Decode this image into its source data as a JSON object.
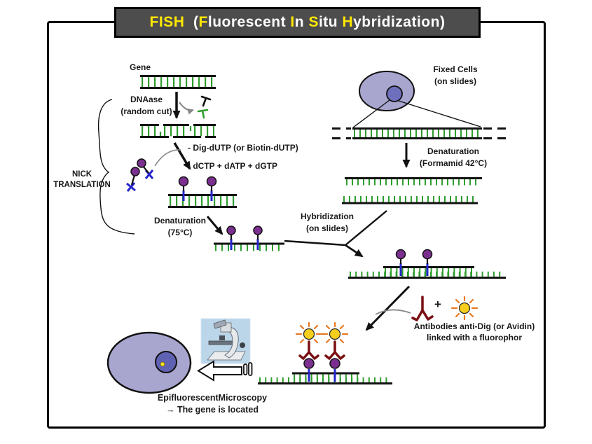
{
  "title": {
    "segments": [
      {
        "text": "FISH",
        "color": "#FFE800"
      },
      {
        "text": "  (",
        "color": "#FFFFFF"
      },
      {
        "text": "F",
        "color": "#FFE800"
      },
      {
        "text": "luorescent ",
        "color": "#FFFFFF"
      },
      {
        "text": "I",
        "color": "#FFE800"
      },
      {
        "text": "n ",
        "color": "#FFFFFF"
      },
      {
        "text": "S",
        "color": "#FFE800"
      },
      {
        "text": "itu ",
        "color": "#FFFFFF"
      },
      {
        "text": "H",
        "color": "#FFE800"
      },
      {
        "text": "ybridization)",
        "color": "#FFFFFF"
      }
    ]
  },
  "labels": {
    "gene": "Gene",
    "dnaase_line1": "DNAase",
    "dnaase_line2": "(random cut)",
    "nick_line1": "NICK",
    "nick_line2": "TRANSLATION",
    "dutp_line1": "- Dig-dUTP (or Biotin-dUTP)",
    "dutp_line2": "- dCTP + dATP + dGTP",
    "denat75_line1": "Denaturation",
    "denat75_line2": "(75°C)",
    "fixed_cells_line1": "Fixed Cells",
    "fixed_cells_line2": "(on slides)",
    "denat42_line1": "Denaturation",
    "denat42_line2": "(Formamid 42°C)",
    "hybridization_line1": "Hybridization",
    "hybridization_line2": "(on slides)",
    "plus_sign": "+",
    "antibodies_line1": "Antibodies anti-Dig (or Avidin)",
    "antibodies_line2": "linked with a fluorophor",
    "microscopy_line1": "EpifluorescentMicroscopy",
    "microscopy_line2": "→ The gene is located"
  },
  "colors": {
    "title_bar_bg": "#4D4D4D",
    "title_yellow": "#FFE800",
    "title_white": "#FFFFFF",
    "dna_green": "#2F9E2F",
    "strand_black": "#111111",
    "dig_purple": "#7B2F8E",
    "dutp_blue": "#2424CC",
    "antibody_maroon": "#7A0F12",
    "fluorophor_yellow": "#F5CE1E",
    "fluorophor_ray_orange": "#E87820",
    "cell_fill": "#A8A6CF",
    "nucleus_fill": "#6E70BE",
    "located_dot_yellow": "#F5E31C",
    "microscope_bg": "#BBD5E9"
  }
}
